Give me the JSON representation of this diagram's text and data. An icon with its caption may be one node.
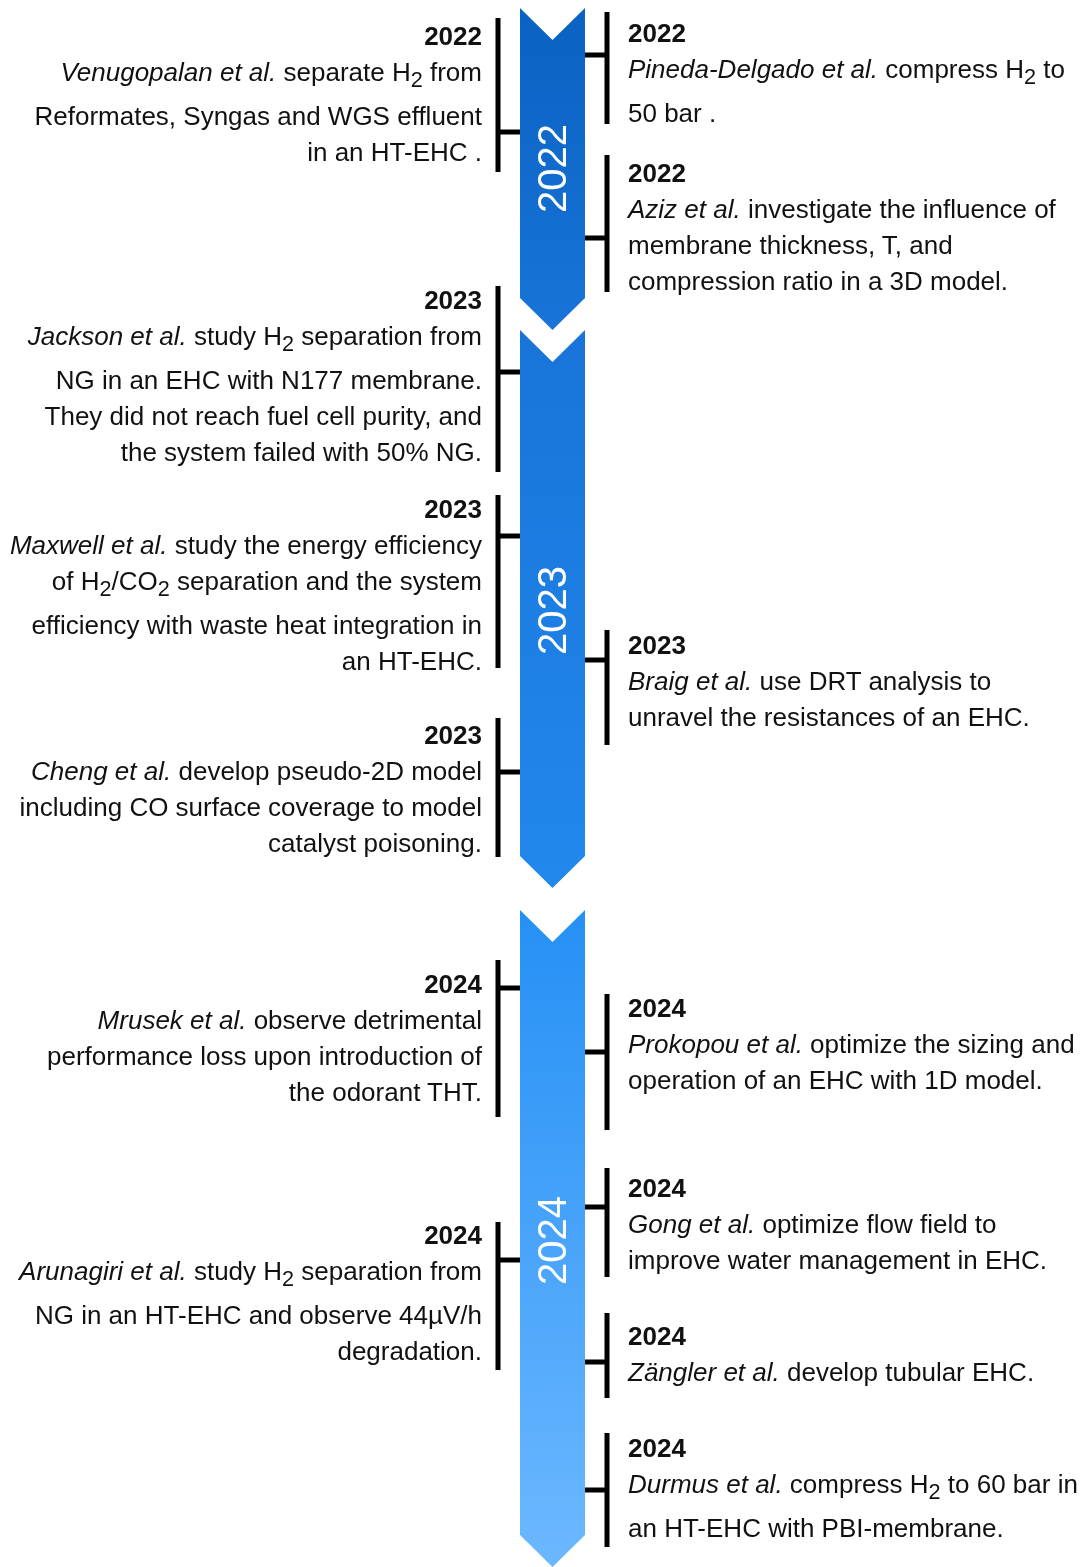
{
  "diagram": {
    "nodes": [
      {
        "text": [
          "2022"
        ]
      },
      {
        "text": [
          "2023"
        ]
      },
      {
        "text": [
          "2024"
        ]
      },
      {
        "text": [
          "2022",
          "*Venugopalan et al.* separate H$_{2}$ from Reformates, Syngas and WGS effluent in an HT-EHC ."
        ]
      },
      {
        "text": [
          "2022",
          "*Pineda-Delgado et al.* compress H$_{2}$ to 50 bar ."
        ]
      },
      {
        "text": [
          "2022",
          "*Aziz et al.* investigate the influence of membrane thickness, T, and compression ratio in a 3D model."
        ]
      },
      {
        "text": [
          "2023",
          "*Jackson et al.* study H$_{2}$ separation from NG in an EHC with N177 membrane. They did not reach fuel cell purity, and the system failed with 50% NG."
        ]
      },
      {
        "text": [
          "2023",
          "*Maxwell et al.* study the energy efficiency of H$_{2}$/CO$_{2}$ separation and the system efficiency with waste heat integration in an HT-EHC."
        ]
      },
      {
        "text": [
          "2023",
          "*Braig et al.* use DRT analysis to unravel the resistances of an EHC."
        ]
      },
      {
        "text": [
          "2023",
          "*Cheng et al.* develop pseudo-2D model including CO surface coverage to model catalyst poisoning."
        ]
      },
      {
        "text": [
          "2024",
          "*Mrusek et al.* observe detrimental performance loss upon introduction of the odorant THT."
        ]
      },
      {
        "text": [
          "2024",
          "*Prokopou et al.* optimize the sizing and operation of an EHC with 1D model."
        ]
      },
      {
        "text": [
          "2024",
          "*Gong et al.* optimize flow field to improve water management in EHC."
        ]
      },
      {
        "text": [
          "2024",
          "*Arunagiri et al.* study H$_{2}$ separation from NG in an HT-EHC and observe 44µV/h degradation."
        ]
      },
      {
        "text": [
          "2024",
          "*Zängler et al.* develop tubular EHC."
        ]
      },
      {
        "text": [
          "2024",
          "*Durmus et al.* compress H$_{2}$ to 60 bar in an HT-EHC with PBI-membrane."
        ]
      }
    ]
  }
}
